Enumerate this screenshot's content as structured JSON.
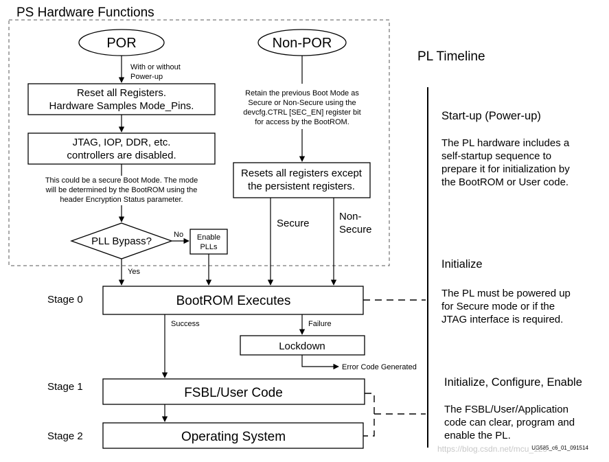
{
  "ps_title": "PS Hardware Functions",
  "pl_title": "PL Timeline",
  "por": {
    "label": "POR",
    "arrow_note": [
      "With or without",
      "Power-up"
    ],
    "reset_box": [
      "Reset all Registers.",
      "Hardware Samples Mode_Pins."
    ],
    "disabled_box": [
      "JTAG, IOP, DDR, etc.",
      "controllers are disabled."
    ],
    "secure_note": [
      "This could be a secure Boot Mode. The mode",
      "will be determined by the BootROM using the",
      "header Encryption Status parameter."
    ],
    "decision": "PLL Bypass?",
    "no_label": "No",
    "yes_label": "Yes",
    "enable_plls": [
      "Enable",
      "PLLs"
    ]
  },
  "non_por": {
    "label": "Non-POR",
    "retain_note": [
      "Retain the previous Boot Mode as",
      "Secure or Non-Secure using the",
      "devcfg.CTRL [SEC_EN] register bit",
      "for access by the BootROM."
    ],
    "resets_box": [
      "Resets all registers except",
      "the persistent registers."
    ],
    "secure_label": "Secure",
    "nonsecure_label": [
      "Non-",
      "Secure"
    ]
  },
  "stages": {
    "stage0": "Stage 0",
    "stage1": "Stage 1",
    "stage2": "Stage 2"
  },
  "bootrom": "BootROM Executes",
  "success_label": "Success",
  "failure_label": "Failure",
  "lockdown": "Lockdown",
  "error_code": "Error Code Generated",
  "fsbl": "FSBL/User Code",
  "os": "Operating System",
  "timeline": {
    "startup_heading": "Start-up (Power-up)",
    "startup_text": [
      "The PL hardware includes a",
      "self-startup sequence to",
      "prepare it for initialization by",
      "the BootROM or User code."
    ],
    "initialize_heading": "Initialize",
    "initialize_text": [
      "The PL must be powered up",
      "for Secure mode or if the",
      "JTAG interface is required."
    ],
    "config_heading": "Initialize, Configure, Enable",
    "config_text": [
      "The FSBL/User/Application",
      "code can clear, program and",
      "enable the PL."
    ]
  },
  "figure_code": "UG585_c6_01_091514",
  "watermark": "https://blog.csdn.net/mcu_123"
}
